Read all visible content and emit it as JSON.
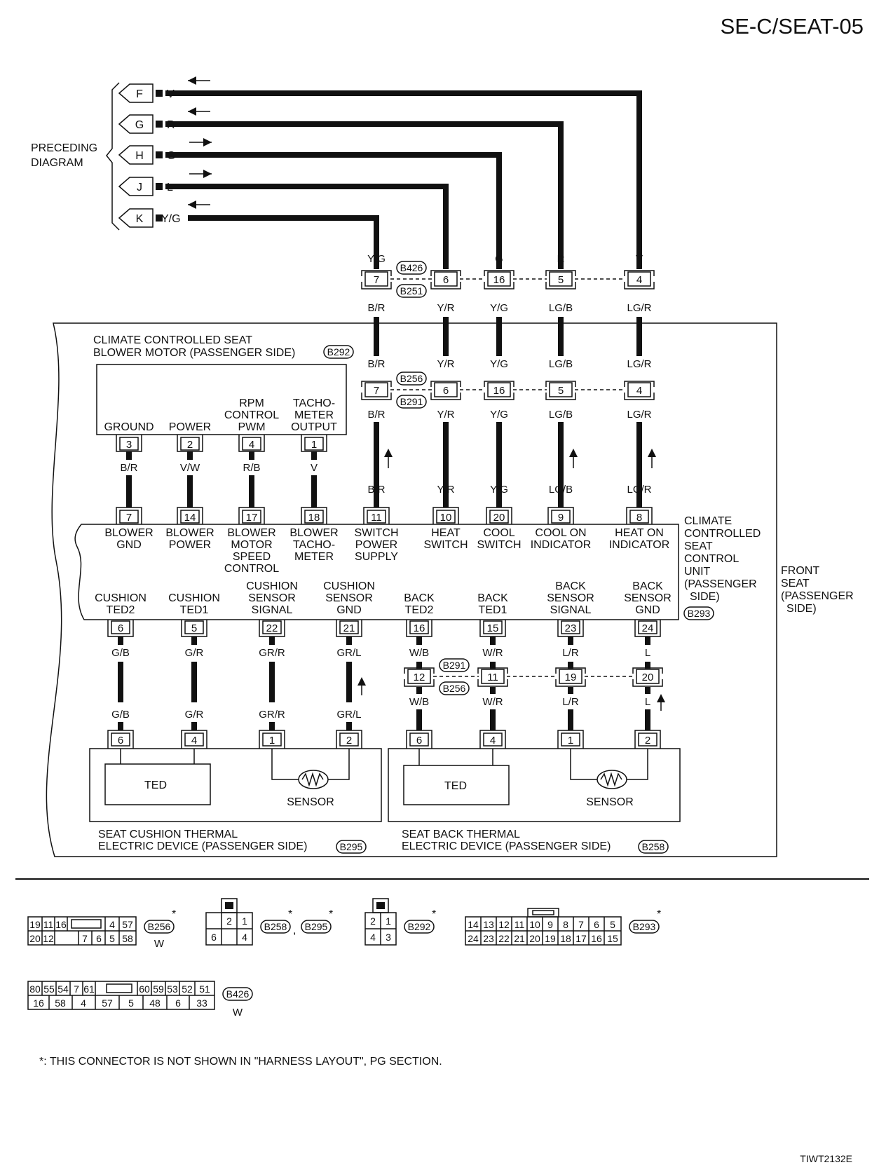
{
  "page_title": "SE-C/SEAT-05",
  "figure_code": "TIWT2132E",
  "preceding_diagram": {
    "label_line1": "PRECEDING",
    "label_line2": "DIAGRAM",
    "refs": [
      {
        "letter": "F",
        "color": "V"
      },
      {
        "letter": "G",
        "color": "R"
      },
      {
        "letter": "H",
        "color": "G"
      },
      {
        "letter": "J",
        "color": "L"
      },
      {
        "letter": "K",
        "color": "Y/G"
      }
    ]
  },
  "upper_connector": {
    "id_top": "B426",
    "id_bottom": "B251",
    "columns": [
      {
        "above": "Y/G",
        "pin": "7",
        "below": "B/R"
      },
      {
        "above": "L",
        "pin": "6",
        "below": "Y/R"
      },
      {
        "above": "G",
        "pin": "16",
        "below": "Y/G"
      },
      {
        "above": "R",
        "pin": "5",
        "below": "LG/B"
      },
      {
        "above": "V",
        "pin": "4",
        "below": "LG/R"
      }
    ]
  },
  "middle_connector": {
    "id_top": "B256",
    "id_bottom": "B291",
    "columns": [
      {
        "above": "B/R",
        "pin": "7",
        "below": "B/R"
      },
      {
        "above": "Y/R",
        "pin": "6",
        "below": "Y/R"
      },
      {
        "above": "Y/G",
        "pin": "16",
        "below": "Y/G"
      },
      {
        "above": "LG/B",
        "pin": "5",
        "below": "LG/B"
      },
      {
        "above": "LG/R",
        "pin": "4",
        "below": "LG/R"
      }
    ]
  },
  "blower_motor": {
    "title_line1": "CLIMATE CONTROLLED SEAT",
    "title_line2": "BLOWER MOTOR (PASSENGER SIDE)",
    "connector": "B292",
    "terminals": [
      {
        "name_lines": [
          "GROUND"
        ],
        "pin": "3",
        "color": "B/R"
      },
      {
        "name_lines": [
          "POWER"
        ],
        "pin": "2",
        "color": "V/W"
      },
      {
        "name_lines": [
          "RPM",
          "CONTROL",
          "PWM"
        ],
        "pin": "4",
        "color": "R/B"
      },
      {
        "name_lines": [
          "TACHO-",
          "METER",
          "OUTPUT"
        ],
        "pin": "1",
        "color": "V"
      }
    ]
  },
  "control_unit": {
    "title_lines": [
      "CLIMATE",
      "CONTROLLED",
      "SEAT",
      "CONTROL",
      "UNIT",
      "(PASSENGER",
      "SIDE)"
    ],
    "connector": "B293",
    "top_terminals": [
      {
        "pin": "7",
        "wire": "B/R",
        "name_lines": [
          "BLOWER",
          "GND"
        ]
      },
      {
        "pin": "14",
        "wire": "V/W",
        "name_lines": [
          "BLOWER",
          "POWER"
        ]
      },
      {
        "pin": "17",
        "wire": "R/B",
        "name_lines": [
          "BLOWER",
          "MOTOR",
          "SPEED",
          "CONTROL"
        ]
      },
      {
        "pin": "18",
        "wire": "V",
        "name_lines": [
          "BLOWER",
          "TACHO-",
          "METER"
        ]
      },
      {
        "pin": "11",
        "wire": "B/R",
        "name_lines": [
          "SWITCH",
          "POWER",
          "SUPPLY"
        ]
      },
      {
        "pin": "10",
        "wire": "Y/R",
        "name_lines": [
          "HEAT",
          "SWITCH"
        ]
      },
      {
        "pin": "20",
        "wire": "Y/G",
        "name_lines": [
          "COOL",
          "SWITCH"
        ]
      },
      {
        "pin": "9",
        "wire": "LG/B",
        "name_lines": [
          "COOL ON",
          "INDICATOR"
        ]
      },
      {
        "pin": "8",
        "wire": "LG/R",
        "name_lines": [
          "HEAT ON",
          "INDICATOR"
        ]
      }
    ],
    "bottom_terminals": [
      {
        "pin": "6",
        "wire": "G/B",
        "name_lines": [
          "CUSHION",
          "TED2"
        ]
      },
      {
        "pin": "5",
        "wire": "G/R",
        "name_lines": [
          "CUSHION",
          "TED1"
        ]
      },
      {
        "pin": "22",
        "wire": "GR/R",
        "name_lines": [
          "CUSHION",
          "SENSOR",
          "SIGNAL"
        ]
      },
      {
        "pin": "21",
        "wire": "GR/L",
        "name_lines": [
          "CUSHION",
          "SENSOR",
          "GND"
        ]
      },
      {
        "pin": "16",
        "wire": "W/B",
        "name_lines": [
          "BACK",
          "TED2"
        ]
      },
      {
        "pin": "15",
        "wire": "W/R",
        "name_lines": [
          "BACK",
          "TED1"
        ]
      },
      {
        "pin": "23",
        "wire": "L/R",
        "name_lines": [
          "BACK",
          "SENSOR",
          "SIGNAL"
        ]
      },
      {
        "pin": "24",
        "wire": "L",
        "name_lines": [
          "BACK",
          "SENSOR",
          "GND"
        ]
      }
    ]
  },
  "front_seat_label_lines": [
    "FRONT",
    "SEAT",
    "(PASSENGER",
    "SIDE)"
  ],
  "back_connector": {
    "id_top": "B291",
    "id_bottom": "B256",
    "columns": [
      {
        "above": "W/B",
        "pin": "12",
        "below": "W/B"
      },
      {
        "above": "W/R",
        "pin": "11",
        "below": "W/R"
      },
      {
        "above": "L/R",
        "pin": "19",
        "below": "L/R"
      },
      {
        "above": "L",
        "pin": "20",
        "below": "L"
      }
    ]
  },
  "cushion_device": {
    "title_line1": "SEAT CUSHION THERMAL",
    "title_line2": "ELECTRIC DEVICE (PASSENGER SIDE)",
    "connector": "B295",
    "pins": [
      {
        "pin": "6",
        "wire": "G/B"
      },
      {
        "pin": "4",
        "wire": "G/R"
      },
      {
        "pin": "1",
        "wire": "GR/R"
      },
      {
        "pin": "2",
        "wire": "GR/L"
      }
    ],
    "ted_label": "TED",
    "sensor_label": "SENSOR"
  },
  "back_device": {
    "title_line1": "SEAT BACK THERMAL",
    "title_line2": "ELECTRIC DEVICE (PASSENGER SIDE)",
    "connector": "B258",
    "pins": [
      {
        "pin": "6"
      },
      {
        "pin": "4"
      },
      {
        "pin": "1"
      },
      {
        "pin": "2"
      }
    ],
    "ted_label": "TED",
    "sensor_label": "SENSOR"
  },
  "connector_views": {
    "b256": {
      "id": "B256",
      "color": "W",
      "row1": [
        "19",
        "11",
        "16",
        "",
        "4",
        "57"
      ],
      "row2": [
        "20",
        "12",
        "",
        "7",
        "6",
        "5",
        "58"
      ]
    },
    "b258": {
      "ids": [
        "B258",
        "B295"
      ],
      "separator": ",",
      "row1": [
        "2",
        "1"
      ],
      "row2": [
        "6",
        "",
        "4"
      ]
    },
    "b292": {
      "id": "B292",
      "row1": [
        "2",
        "1"
      ],
      "row2": [
        "4",
        "3"
      ]
    },
    "b293": {
      "id": "B293",
      "row1": [
        "14",
        "13",
        "12",
        "11",
        "10",
        "9",
        "8",
        "7",
        "6",
        "5"
      ],
      "row2": [
        "24",
        "23",
        "22",
        "21",
        "20",
        "19",
        "18",
        "17",
        "16",
        "15"
      ]
    },
    "b426": {
      "id": "B426",
      "color": "W",
      "row1": [
        "80",
        "55",
        "54",
        "7",
        "61",
        "",
        "60",
        "59",
        "53",
        "52",
        "51"
      ],
      "row2": [
        "16",
        "58",
        "4",
        "57",
        "5",
        "48",
        "6",
        "33"
      ]
    }
  },
  "asterisk": "*",
  "footnote": "*: THIS CONNECTOR IS NOT SHOWN IN \"HARNESS LAYOUT\", PG SECTION."
}
